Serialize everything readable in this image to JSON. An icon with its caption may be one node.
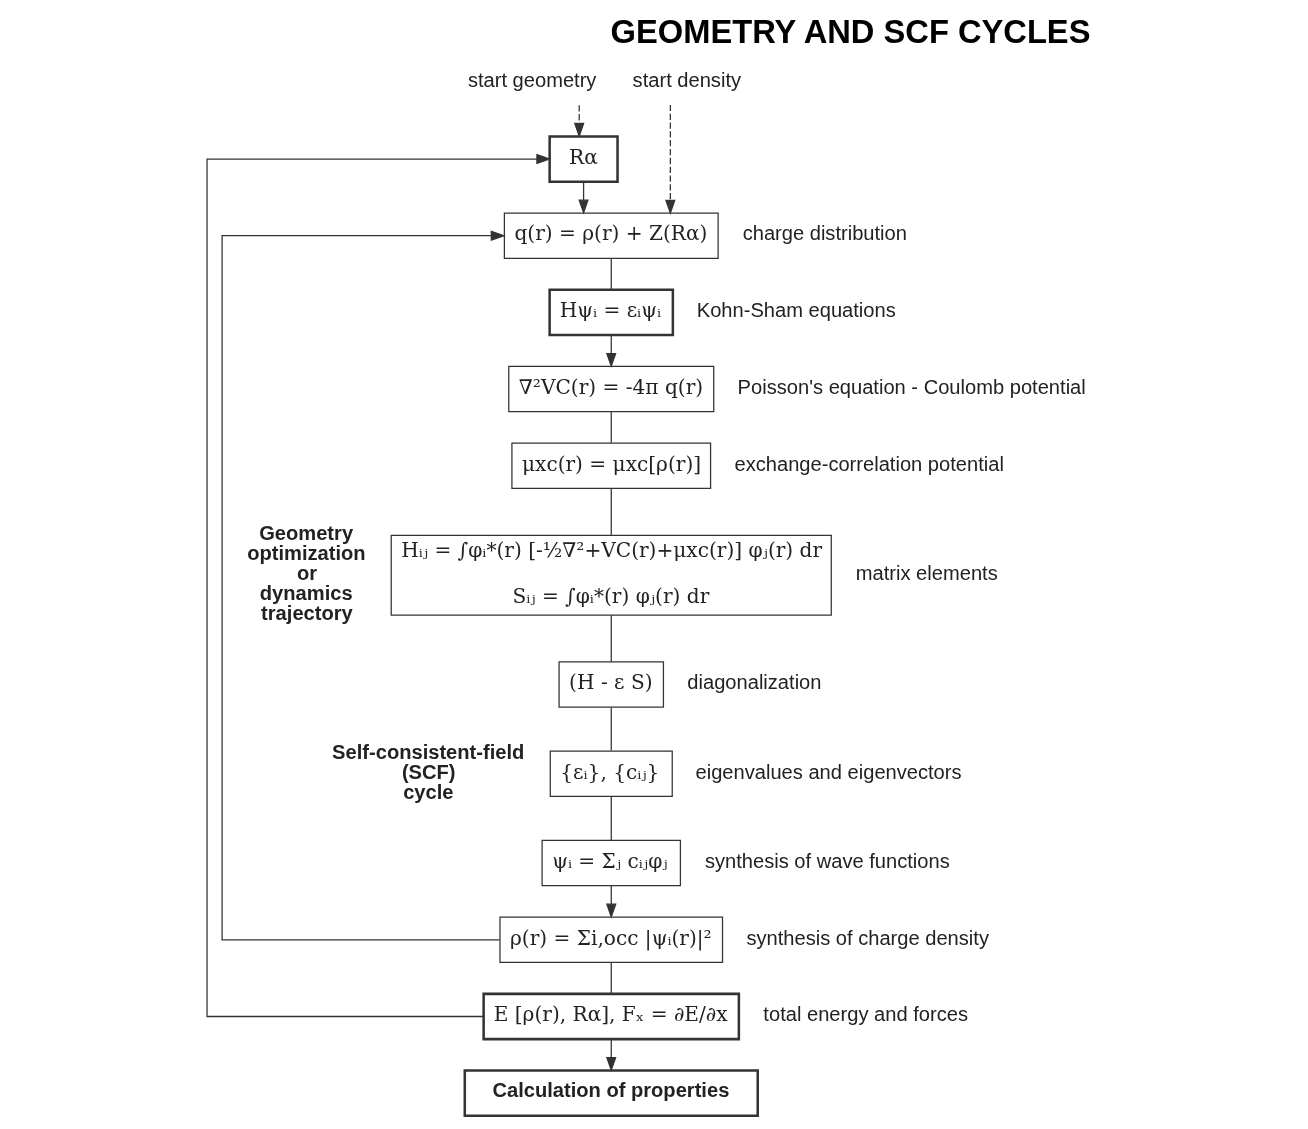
{
  "diagram": {
    "title": "GEOMETRY AND SCF CYCLES",
    "nodes": [
      {
        "text": [
          "start geometry"
        ]
      },
      {
        "text": [
          "start density"
        ]
      },
      {
        "text": [
          "Rα"
        ]
      },
      {
        "text": [
          "q(r) = ρ(r) + Z(Rα)"
        ],
        "beside": [
          "charge distribution"
        ]
      },
      {
        "text": [
          "Hψᵢ = εᵢψᵢ"
        ],
        "beside": [
          "Kohn-Sham equations"
        ]
      },
      {
        "text": [
          "∇²VC(r) = -4π q(r)"
        ],
        "beside": [
          "Poisson's equation - Coulomb potential"
        ]
      },
      {
        "text": [
          "μxc(r) = μxc[ρ(r)]"
        ],
        "beside": [
          "exchange-correlation potential"
        ]
      },
      {
        "text": [
          "Hᵢⱼ = ∫φᵢ*(r) [-½∇²+VC(r)+μxc(r)] φⱼ(r) dr",
          "Sᵢⱼ = ∫φᵢ*(r) φⱼ(r) dr"
        ],
        "beside": [
          "matrix elements"
        ]
      },
      {
        "text": [
          "(H - ε S)"
        ],
        "beside": [
          "diagonalization"
        ]
      },
      {
        "text": [
          "{εᵢ}, {cᵢⱼ}"
        ],
        "beside": [
          "eigenvalues and eigenvectors"
        ]
      },
      {
        "text": [
          "ψᵢ = Σⱼ cᵢⱼφⱼ"
        ],
        "beside": [
          "synthesis of wave functions"
        ]
      },
      {
        "text": [
          "ρ(r) = Σi,occ |ψᵢ(r)|²"
        ],
        "beside": [
          "synthesis of charge density"
        ]
      },
      {
        "text": [
          "E [ρ(r), Rα], Fₓ = ∂E/∂x"
        ],
        "beside": [
          "total energy and forces"
        ]
      },
      {
        "text": [
          "Calculation of properties"
        ]
      }
    ],
    "edges": [
      {
        "from": 0,
        "to": 2,
        "arrow": "to",
        "style": "dashed"
      },
      {
        "from": 1,
        "to": 3,
        "arrow": "to",
        "style": "dashed"
      },
      {
        "from": 2,
        "to": 3,
        "arrow": "to"
      },
      {
        "from": 3,
        "to": 4,
        "arrow": "none"
      },
      {
        "from": 4,
        "to": 5,
        "arrow": "to"
      },
      {
        "from": 5,
        "to": 6,
        "arrow": "none"
      },
      {
        "from": 6,
        "to": 7,
        "arrow": "none"
      },
      {
        "from": 7,
        "to": 8,
        "arrow": "none"
      },
      {
        "from": 8,
        "to": 9,
        "arrow": "none"
      },
      {
        "from": 9,
        "to": 10,
        "arrow": "none"
      },
      {
        "from": 10,
        "to": 11,
        "arrow": "to"
      },
      {
        "from": 11,
        "to": 3,
        "arrow": "to"
      },
      {
        "from": 11,
        "to": 12,
        "arrow": "none"
      },
      {
        "from": 12,
        "to": 2,
        "arrow": "to"
      },
      {
        "from": 12,
        "to": 13,
        "arrow": "to"
      }
    ],
    "labels": [
      "Geometry optimization or dynamics trajectory",
      "Self-consistent-field (SCF) cycle"
    ]
  }
}
